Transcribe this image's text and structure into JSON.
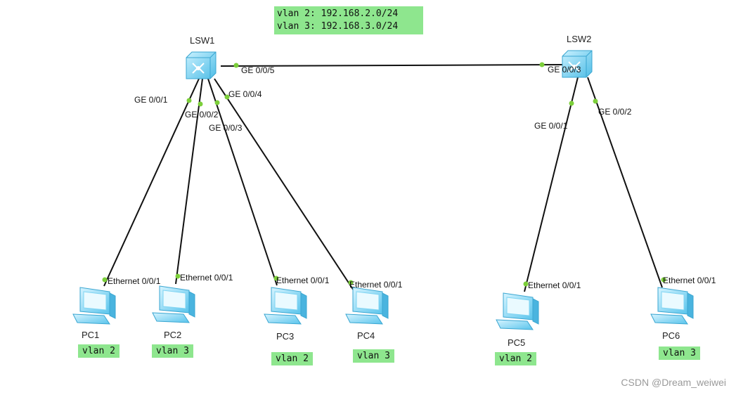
{
  "subnet_note": {
    "line1": "vlan 2: 192.168.2.0/24",
    "line2": "vlan 3: 192.168.3.0/24"
  },
  "switches": {
    "lsw1": "LSW1",
    "lsw2": "LSW2"
  },
  "ports": {
    "lsw1_ge005": "GE 0/0/5",
    "lsw1_ge001": "GE 0/0/1",
    "lsw1_ge002": "GE 0/0/2",
    "lsw1_ge003": "GE 0/0/3",
    "lsw1_ge004": "GE 0/0/4",
    "lsw2_ge003": "GE 0/0/3",
    "lsw2_ge001": "GE 0/0/1",
    "lsw2_ge002": "GE 0/0/2",
    "eth": "Ethernet 0/0/1"
  },
  "pcs": [
    {
      "name": "PC1",
      "vlan": "vlan 2"
    },
    {
      "name": "PC2",
      "vlan": "vlan 3"
    },
    {
      "name": "PC3",
      "vlan": "vlan 2"
    },
    {
      "name": "PC4",
      "vlan": "vlan 3"
    },
    {
      "name": "PC5",
      "vlan": "vlan 2"
    },
    {
      "name": "PC6",
      "vlan": "vlan 3"
    }
  ],
  "watermark": "CSDN @Dream_weiwei",
  "colors": {
    "link": "#111111",
    "port_dot": "#7ccf3a",
    "tag_bg": "#8ee68e",
    "device": "#6fd0f0"
  }
}
